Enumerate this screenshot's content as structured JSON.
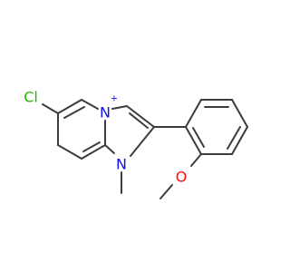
{
  "atom_labels": {
    "chlorine": "Cl",
    "nitrogen_cationic": "N",
    "nitrogen_charge": "+",
    "nitrogen_methylated": "N",
    "oxygen": "O"
  },
  "colors": {
    "bond": "#3c3c3c",
    "chlorine": "#1fb800",
    "nitrogen": "#1010ee",
    "oxygen": "#ff0d0d",
    "background": "#ffffff"
  }
}
